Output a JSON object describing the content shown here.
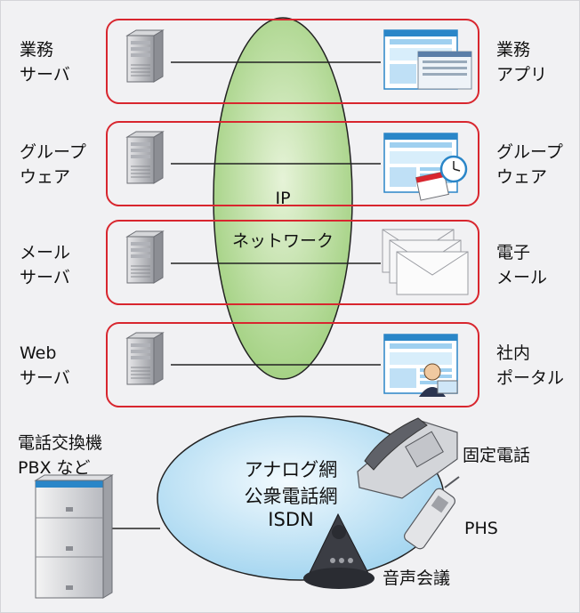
{
  "colors": {
    "row_border": "#d8262e",
    "ip_cloud_fill": "#c2e0a6",
    "analog_cloud_fill": "#bfe2f6",
    "panel_bg": "#f1f1f3"
  },
  "rows": [
    {
      "left_label": "業務\nサーバ",
      "right_label": "業務\nアプリ",
      "left_icon": "server-icon",
      "right_icon": "business-app-window-icon"
    },
    {
      "left_label": "グループ\nウェア",
      "right_label": "グループ\nウェア",
      "left_icon": "server-icon",
      "right_icon": "groupware-calendar-clock-icon"
    },
    {
      "left_label": "メール\nサーバ",
      "right_label": "電子\nメール",
      "left_icon": "server-icon",
      "right_icon": "envelope-stack-icon"
    },
    {
      "left_label": "Web\nサーバ",
      "right_label": "社内\nポータル",
      "left_icon": "server-icon",
      "right_icon": "portal-user-icon"
    }
  ],
  "ip_network": {
    "line1": "IP",
    "line2": "ネットワーク"
  },
  "pbx": {
    "label": "電話交換機\nPBX など",
    "icon": "pbx-cabinet-icon"
  },
  "analog_network": {
    "line1": "アナログ網",
    "line2": "公衆電話網",
    "line3": "ISDN"
  },
  "devices": [
    {
      "label": "固定電話",
      "icon": "desk-phone-icon"
    },
    {
      "label": "PHS",
      "icon": "phs-handset-icon"
    },
    {
      "label": "音声会議",
      "icon": "conference-phone-icon"
    }
  ]
}
